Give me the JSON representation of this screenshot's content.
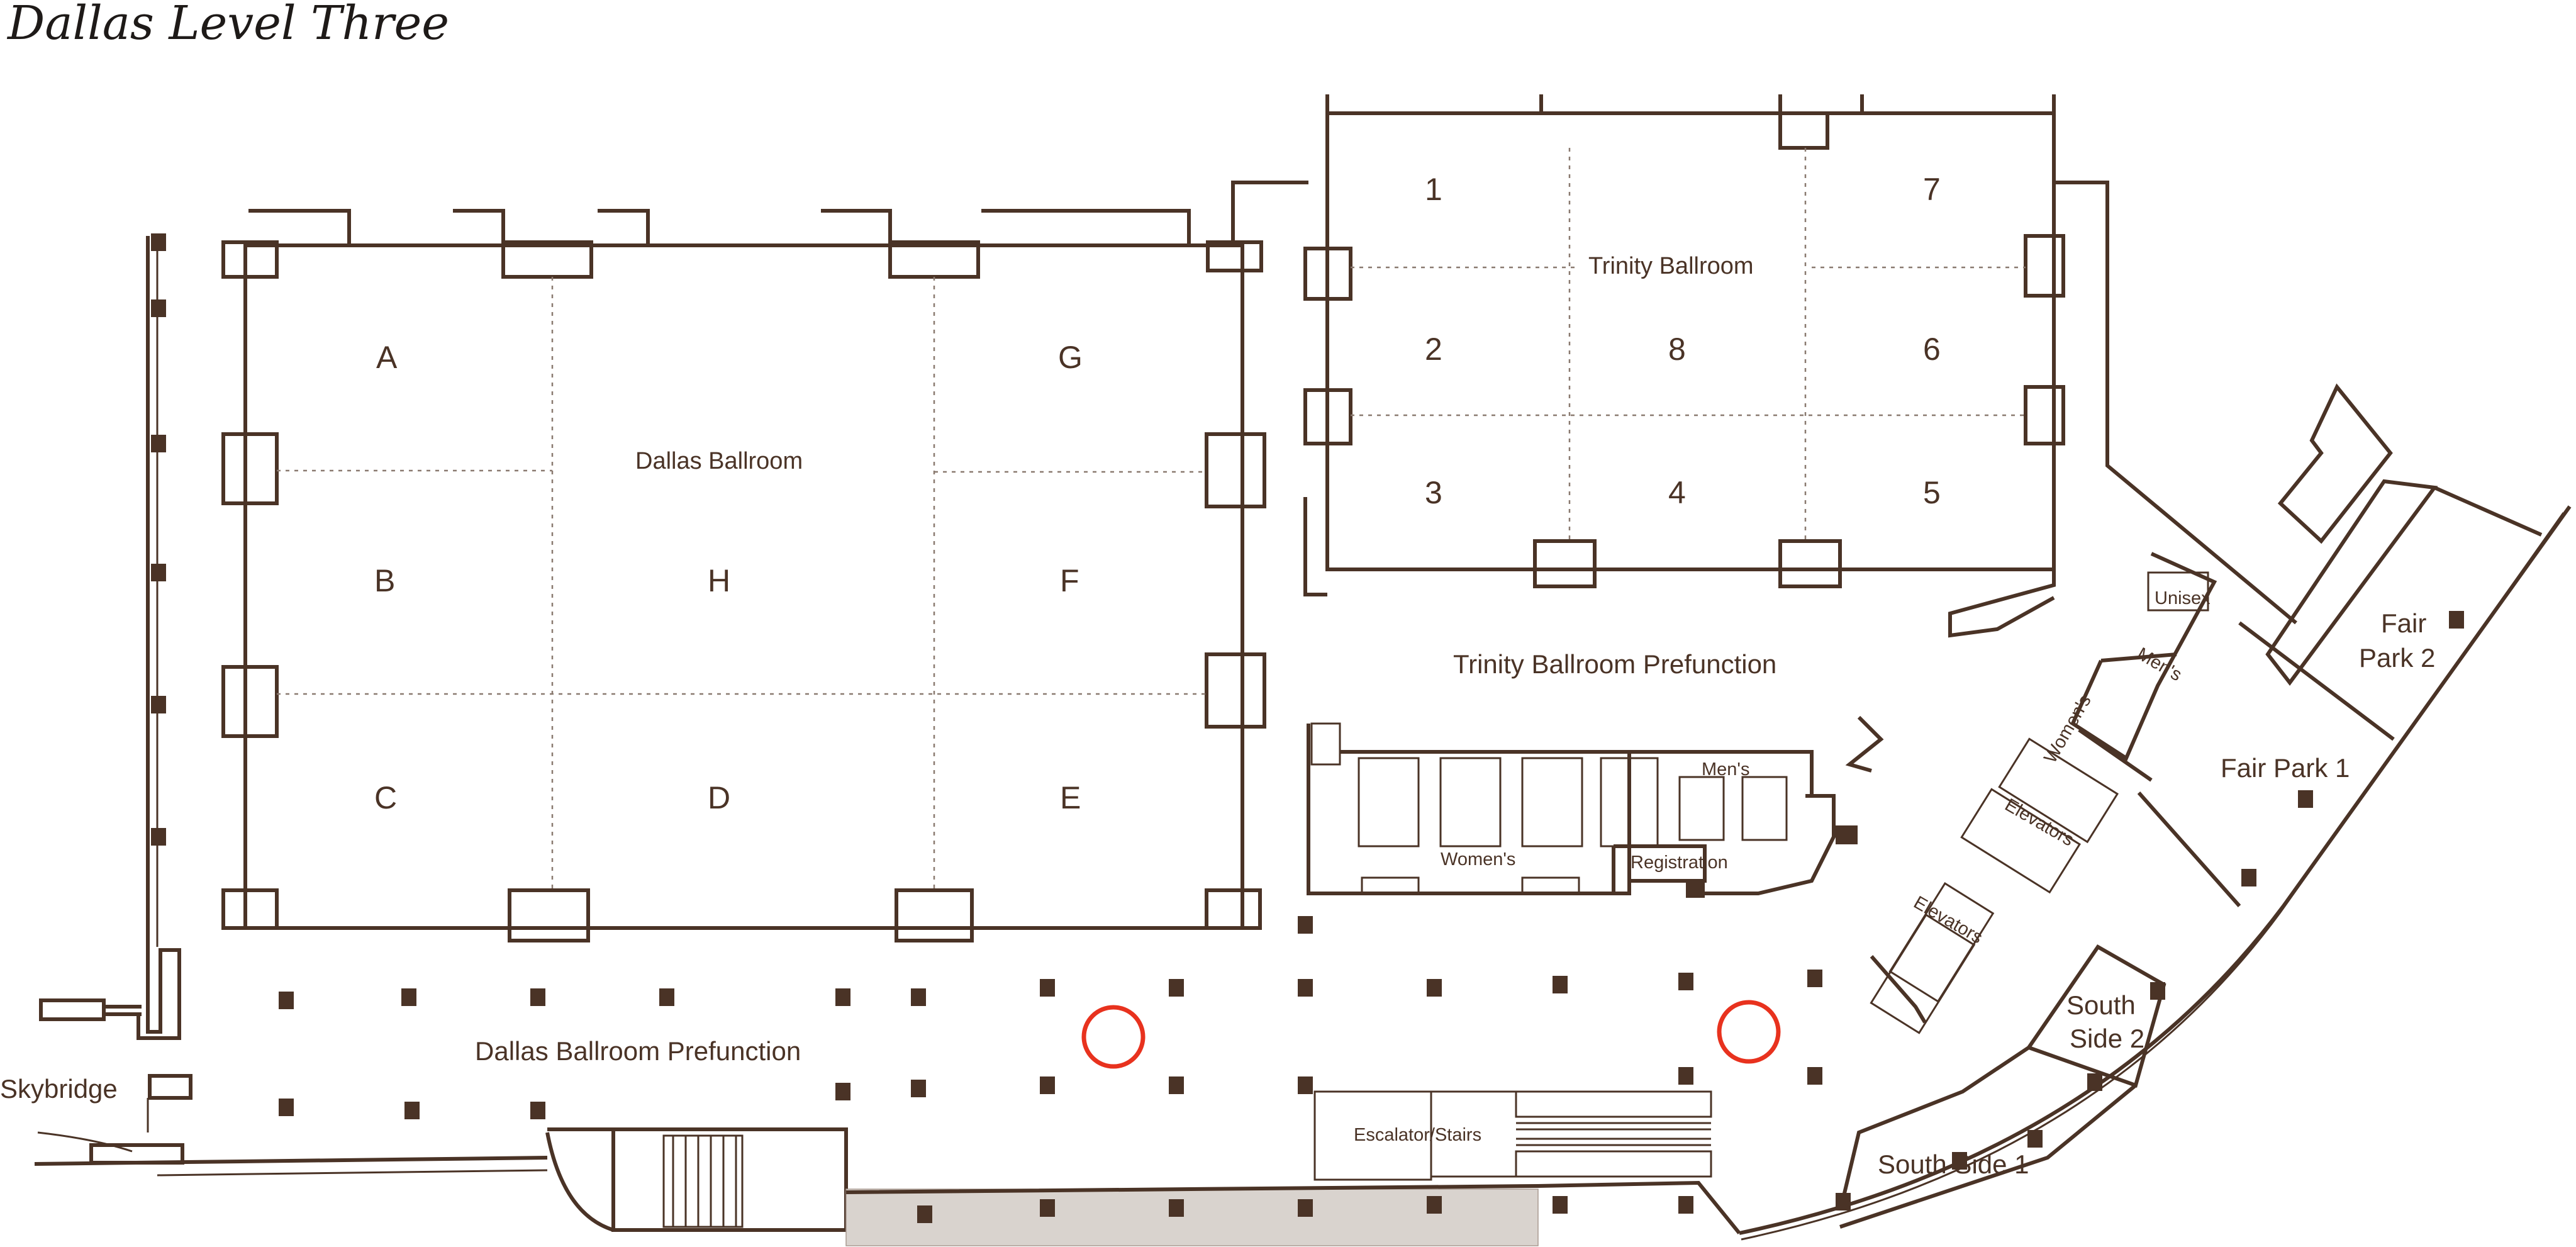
{
  "title": "Dallas Level Three",
  "colors": {
    "walls": "#4a3326",
    "marker": "#e8321e",
    "text": "#4a3326"
  },
  "dallas_ballroom": {
    "name": "Dallas Ballroom",
    "sections": [
      "A",
      "B",
      "C",
      "D",
      "E",
      "F",
      "G",
      "H"
    ]
  },
  "trinity_ballroom": {
    "name": "Trinity Ballroom",
    "sections": [
      "1",
      "2",
      "3",
      "4",
      "5",
      "6",
      "7",
      "8"
    ]
  },
  "areas": {
    "dallas_prefunction": "Dallas Ballroom Prefunction",
    "trinity_prefunction": "Trinity Ballroom Prefunction",
    "registration": "Registration",
    "womens_1": "Women's",
    "mens_1": "Men's",
    "womens_2": "Women's",
    "mens_2": "Men's",
    "unisex": "Unisex",
    "elevators_1": "Elevators",
    "elevators_2": "Elevators",
    "escalator": "Escalator/Stairs",
    "skybridge": "Skybridge",
    "fair_park_1": "Fair Park 1",
    "fair_park_2_line1": "Fair",
    "fair_park_2_line2": "Park 2",
    "south_side_1": "South Side 1",
    "south_side_2_line1": "South",
    "south_side_2_line2": "Side 2"
  }
}
